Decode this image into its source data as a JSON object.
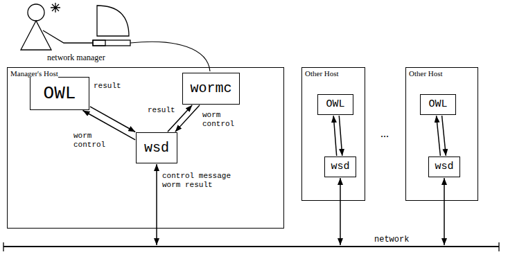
{
  "diagram": {
    "nodes": [
      {
        "text": [
          "Manager's Host"
        ]
      },
      {
        "text": [
          "OWL"
        ],
        "in": 0
      },
      {
        "text": [
          "wormc"
        ],
        "in": 0
      },
      {
        "text": [
          "wsd"
        ],
        "in": 0
      },
      {
        "text": [
          "Other Host"
        ]
      },
      {
        "text": [
          "OWL"
        ],
        "in": 4
      },
      {
        "text": [
          "wsd"
        ],
        "in": 4
      },
      {
        "text": [
          "Other Host"
        ]
      },
      {
        "text": [
          "OWL"
        ],
        "in": 7
      },
      {
        "text": [
          "wsd"
        ],
        "in": 7
      },
      {
        "text": [
          "network"
        ]
      }
    ],
    "edges": [
      {
        "from": 1,
        "to": 3,
        "label": "result",
        "arrow": "to"
      },
      {
        "from": 3,
        "to": 1,
        "label": "worm control",
        "arrow": "to"
      },
      {
        "from": 3,
        "to": 2,
        "label": "result",
        "arrow": "to"
      },
      {
        "from": 2,
        "to": 3,
        "label": "worm control",
        "arrow": "to"
      },
      {
        "from": 3,
        "to": 10,
        "label": "control message worm result",
        "arrow": "both"
      },
      {
        "from": 5,
        "to": 6,
        "arrow": "to"
      },
      {
        "from": 6,
        "to": 5,
        "arrow": "to"
      },
      {
        "from": 6,
        "to": 10,
        "arrow": "both"
      },
      {
        "from": 8,
        "to": 9,
        "arrow": "to"
      },
      {
        "from": 9,
        "to": 8,
        "arrow": "to"
      },
      {
        "from": 9,
        "to": 10,
        "arrow": "both"
      }
    ],
    "labels": [
      "network manager",
      "..."
    ]
  }
}
